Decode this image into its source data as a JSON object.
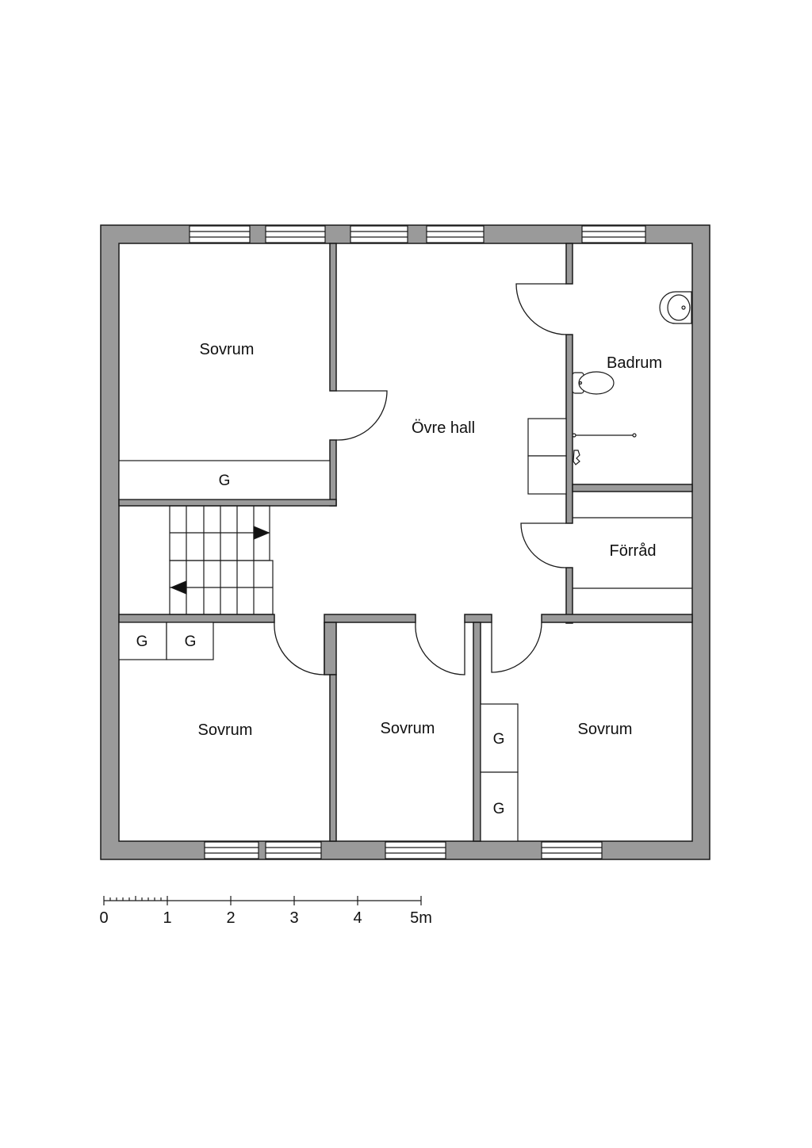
{
  "colors": {
    "wall": "#9a9a9a",
    "line": "#1a1a1a",
    "background": "#ffffff"
  },
  "rooms": {
    "bedroom_nw": "Sovrum",
    "hall": "Övre hall",
    "bathroom": "Badrum",
    "storage": "Förråd",
    "bedroom_sw": "Sovrum",
    "bedroom_s": "Sovrum",
    "bedroom_se": "Sovrum"
  },
  "wardrobes": {
    "nw": "G",
    "sw_1": "G",
    "sw_2": "G",
    "se_1": "G",
    "se_2": "G"
  },
  "scale_bar": {
    "labels": [
      "0",
      "1",
      "2",
      "3",
      "4",
      "5m"
    ]
  },
  "icons": [
    "sink-icon",
    "toilet-icon",
    "shower-icon",
    "stair-arrow-icon"
  ]
}
